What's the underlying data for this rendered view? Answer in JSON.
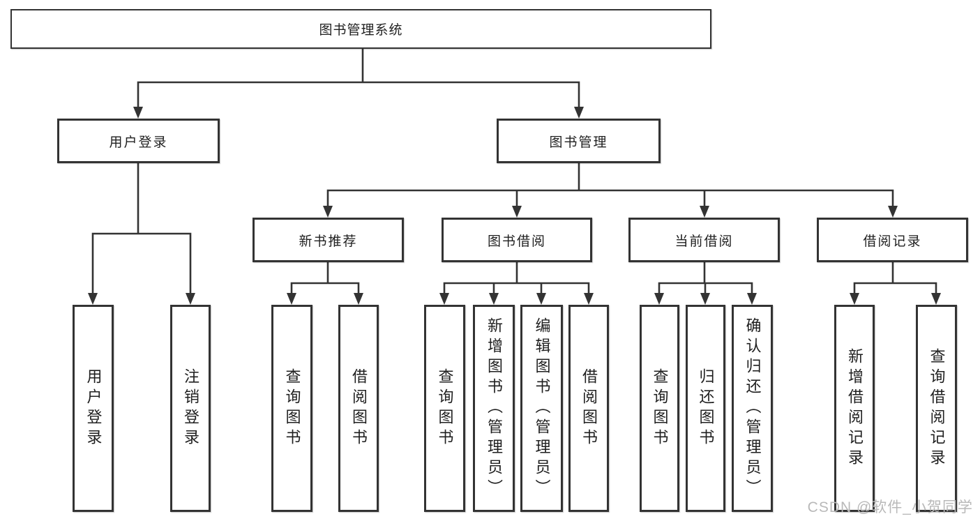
{
  "title": {
    "label": "图书管理系统"
  },
  "branches": {
    "user_login": {
      "label": "用户登录",
      "children": [
        {
          "label": "用户登录"
        },
        {
          "label": "注销登录"
        }
      ]
    },
    "book_management": {
      "label": "图书管理",
      "sections": [
        {
          "label": "新书推荐",
          "children": [
            {
              "label": "查询图书"
            },
            {
              "label": "借阅图书"
            }
          ]
        },
        {
          "label": "图书借阅",
          "children": [
            {
              "label": "查询图书"
            },
            {
              "label": "新增图书（管理员）"
            },
            {
              "label": "编辑图书（管理员）"
            },
            {
              "label": "借阅图书"
            }
          ]
        },
        {
          "label": "当前借阅",
          "children": [
            {
              "label": "查询图书"
            },
            {
              "label": "归还图书"
            },
            {
              "label": "确认归还（管理员）"
            }
          ]
        },
        {
          "label": "借阅记录",
          "children": [
            {
              "label": "新增借阅记录"
            },
            {
              "label": "查询借阅记录"
            }
          ]
        }
      ]
    }
  },
  "watermark": {
    "text": "CSDN @软件_小贺同学"
  },
  "colors": {
    "line": "#333333",
    "text": "#1f1f1f",
    "watermark": "#b9b9b9",
    "background": "#ffffff"
  }
}
